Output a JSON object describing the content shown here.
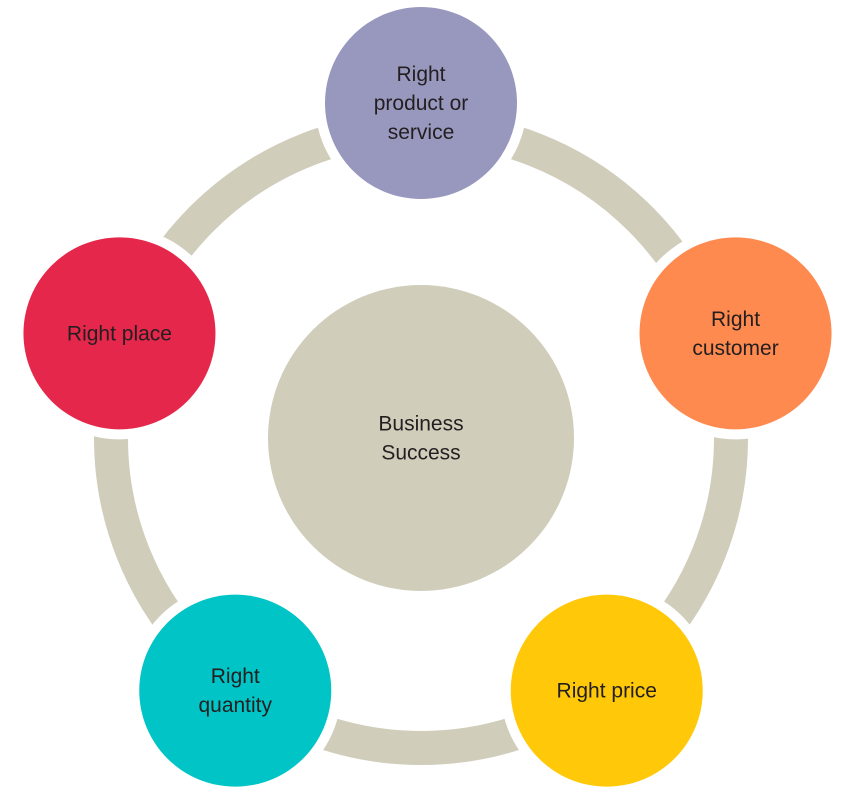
{
  "diagram": {
    "center": {
      "label_lines": [
        "Business",
        "Success"
      ],
      "color": "#d1cdbb"
    },
    "ring_color": "#d1cdbb",
    "nodes": [
      {
        "id": "product",
        "label_lines": [
          "Right",
          "product or",
          "service"
        ],
        "color": "#9898bf"
      },
      {
        "id": "customer",
        "label_lines": [
          "Right",
          "customer"
        ],
        "color": "#ff8a4f"
      },
      {
        "id": "price",
        "label_lines": [
          "Right price"
        ],
        "color": "#ffc90a"
      },
      {
        "id": "quantity",
        "label_lines": [
          "Right",
          "quantity"
        ],
        "color": "#00c4c6"
      },
      {
        "id": "place",
        "label_lines": [
          "Right place"
        ],
        "color": "#e5274b"
      }
    ]
  }
}
